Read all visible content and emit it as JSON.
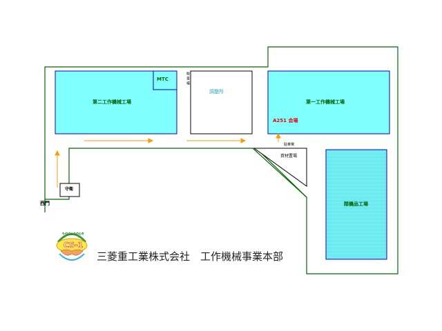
{
  "colors": {
    "building_fill": "#80ffff",
    "building_fill_striped": "#66ddff",
    "building_border": "#0000cc",
    "road_line": "#006600",
    "arrow": "#ff9900",
    "label_green": "#006600",
    "label_red": "#ee0000",
    "label_cyan": "#2aa8b8"
  },
  "buildings": {
    "second_plant": {
      "label": "第二工作機械工場",
      "sub_label": "MTC"
    },
    "adjustment_area": {
      "label": "調整所"
    },
    "first_plant": {
      "label": "第一工作機械工場",
      "venue_label": "A251 会場"
    },
    "precision_plant": {
      "label": "精機品工場"
    },
    "materials_yard": {
      "label": "資材置場"
    }
  },
  "labels": {
    "parking_vertical": "駐車場",
    "parking_horizontal": "駐車場",
    "guardhouse": "守衛",
    "west_gate": "西門"
  },
  "footer": {
    "company": "三菱重工業株式会社　工作機械事業本部"
  },
  "logo": {
    "icon": "csr-handshake-logo-icon",
    "top_text": "ものづくりの心を",
    "main_text": "CS-1"
  }
}
